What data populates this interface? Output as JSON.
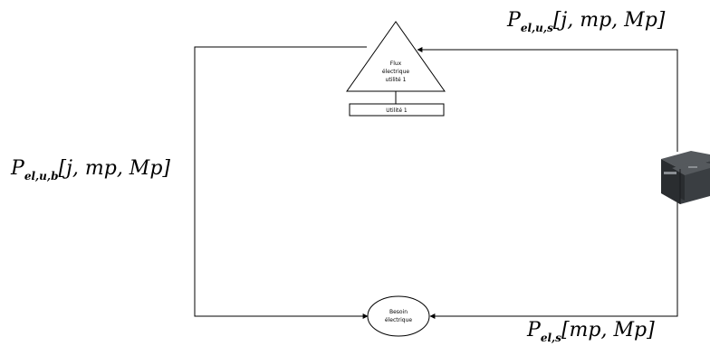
{
  "nodes": {
    "flux": {
      "line1": "Flux",
      "line2": "électrique",
      "line3": "utilité 1"
    },
    "utility_box": "Utilité 1",
    "besoin": {
      "line1": "Besoin",
      "line2": "électrique"
    }
  },
  "labels": {
    "top": {
      "symbol": "P",
      "subscript": "el,u,s",
      "args": "[j, mp, Mp]"
    },
    "left": {
      "symbol": "P",
      "subscript": "el,u,b",
      "args": "[j, mp, Mp]"
    },
    "bottom": {
      "symbol": "P",
      "subscript": "el,s",
      "args": "[mp, Mp]"
    }
  },
  "icons": {
    "battery": "battery-icon"
  },
  "colors": {
    "line": "#000000",
    "battery_body": "#2a2d30",
    "battery_top": "#55595d"
  }
}
